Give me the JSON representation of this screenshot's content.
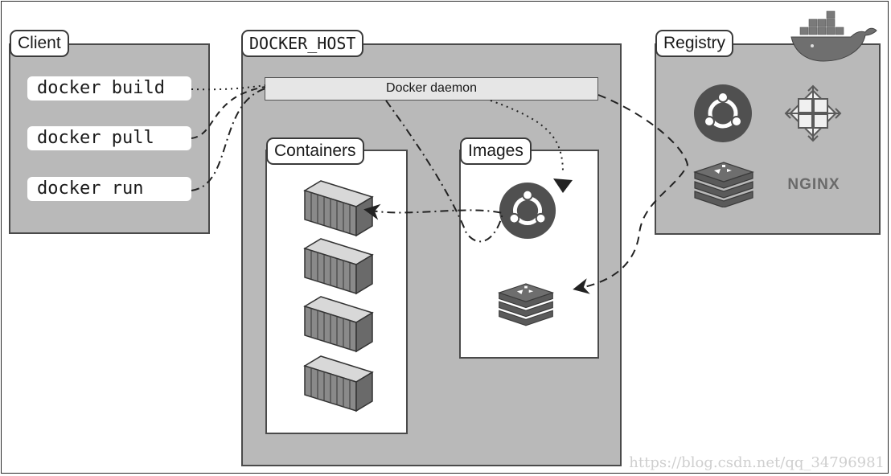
{
  "client": {
    "title": "Client",
    "commands": [
      "docker build",
      "docker pull",
      "docker run"
    ]
  },
  "host": {
    "title": "DOCKER_HOST",
    "daemon_label": "Docker daemon",
    "containers_title": "Containers",
    "images_title": "Images"
  },
  "registry": {
    "title": "Registry",
    "nginx_label": "NGINX"
  },
  "watermark": "https://blog.csdn.net/qq_34796981",
  "icons": {
    "docker_whale": "docker-whale-icon",
    "ubuntu": "ubuntu-icon",
    "centos": "centos-icon",
    "redis": "redis-icon",
    "container": "shipping-container-icon"
  }
}
